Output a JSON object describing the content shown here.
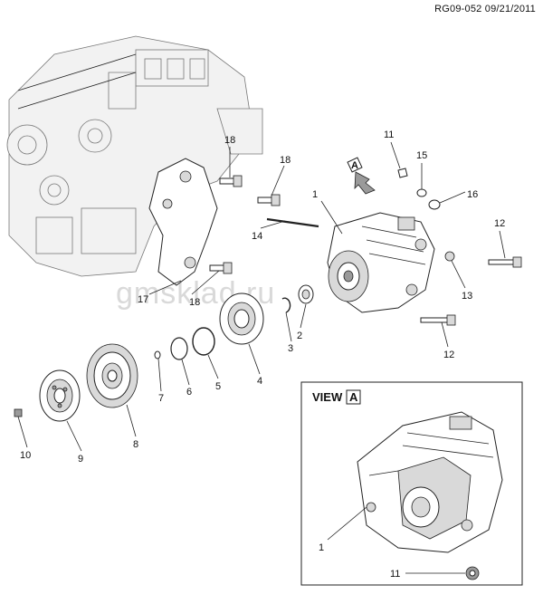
{
  "reference": "RG09-052 09/21/2011",
  "watermark": "gmsklad.ru",
  "view_label": "VIEW",
  "view_letter": "A",
  "arrow_letter": "A",
  "callouts": {
    "c1": "1",
    "c2": "2",
    "c3": "3",
    "c4": "4",
    "c5": "5",
    "c6": "6",
    "c7": "7",
    "c8": "8",
    "c9": "9",
    "c10": "10",
    "c11": "11",
    "c12a": "12",
    "c12b": "12",
    "c13": "13",
    "c14": "14",
    "c15": "15",
    "c16": "16",
    "c17": "17",
    "c18a": "18",
    "c18b": "18",
    "c18c": "18",
    "v1": "1",
    "v11": "11"
  },
  "icons": [
    "arrow-a-icon"
  ]
}
